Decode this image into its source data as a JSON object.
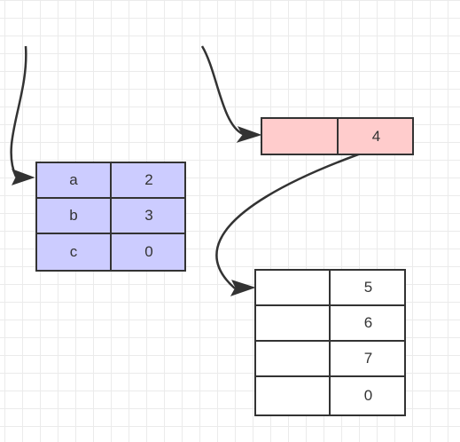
{
  "colors": {
    "struct_fill": "#ccccff",
    "pointer_fill": "#ffcccc",
    "array_fill": "#ffffff",
    "stroke": "#333333",
    "grid": "#ebebeb"
  },
  "struct_table": {
    "rows": [
      {
        "key": "a",
        "value": "2"
      },
      {
        "key": "b",
        "value": "3"
      },
      {
        "key": "c",
        "value": "0"
      }
    ]
  },
  "pointer_node": {
    "left_value": "",
    "right_value": "4"
  },
  "array_table": {
    "rows": [
      {
        "left": "",
        "right": "5"
      },
      {
        "left": "",
        "right": "6"
      },
      {
        "left": "",
        "right": "7"
      },
      {
        "left": "",
        "right": "0"
      }
    ]
  }
}
